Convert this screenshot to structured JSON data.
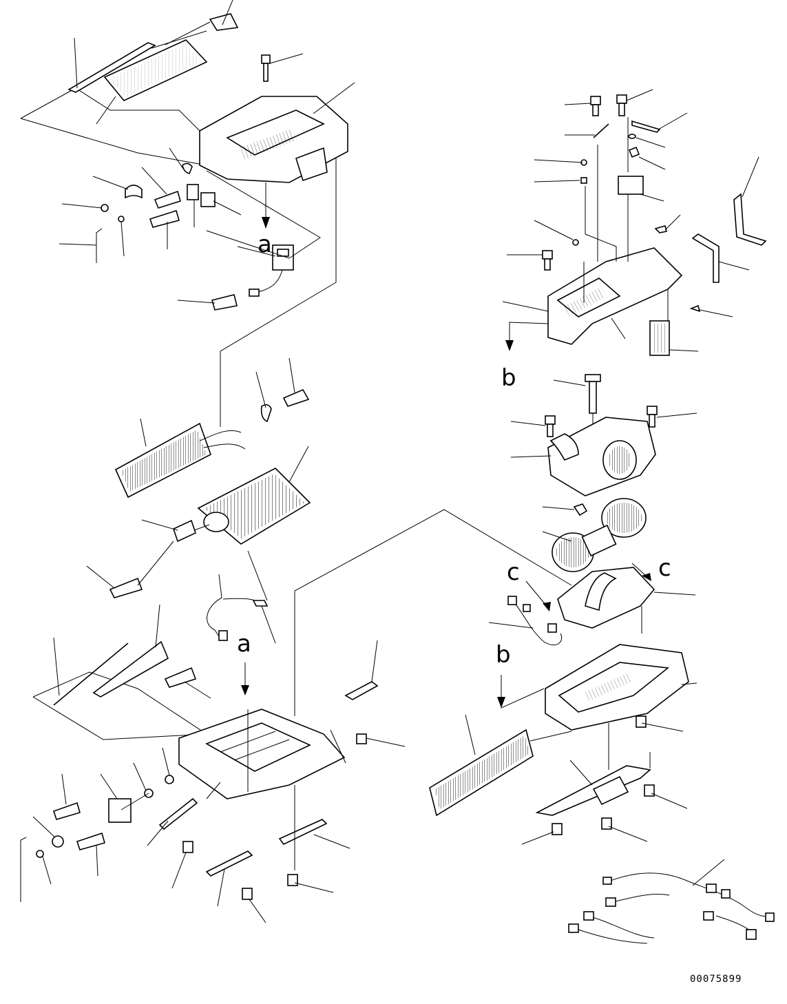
{
  "figure": {
    "reference_code": "00075899",
    "callouts": {
      "a_top": "a",
      "a_bottom": "a",
      "b_top": "b",
      "b_bottom": "b",
      "c_left": "c",
      "c_right": "c"
    }
  }
}
